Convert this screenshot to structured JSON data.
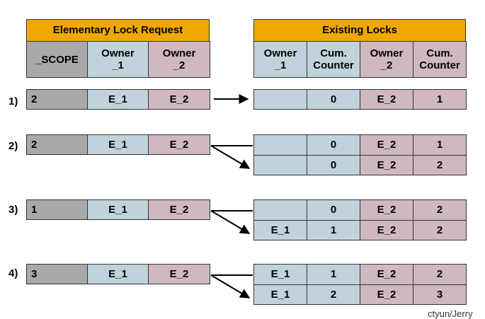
{
  "request_header": {
    "title": "Elementary Lock Request",
    "columns": [
      "_SCOPE",
      "Owner\n_1",
      "Owner\n_2"
    ]
  },
  "existing_header": {
    "title": "Existing Locks",
    "columns": [
      "Owner\n_1",
      "Cum.\nCounter",
      "Owner\n_2",
      "Cum.\nCounter"
    ]
  },
  "scenarios": [
    {
      "label": "1)",
      "request": [
        "2",
        "E_1",
        "E_2"
      ],
      "existing": [
        [
          "",
          "0",
          "E_2",
          "1"
        ]
      ]
    },
    {
      "label": "2)",
      "request": [
        "2",
        "E_1",
        "E_2"
      ],
      "existing": [
        [
          "",
          "0",
          "E_2",
          "1"
        ],
        [
          "",
          "0",
          "E_2",
          "2"
        ]
      ]
    },
    {
      "label": "3)",
      "request": [
        "1",
        "E_1",
        "E_2"
      ],
      "existing": [
        [
          "",
          "0",
          "E_2",
          "2"
        ],
        [
          "E_1",
          "1",
          "E_2",
          "2"
        ]
      ]
    },
    {
      "label": "4)",
      "request": [
        "3",
        "E_1",
        "E_2"
      ],
      "existing": [
        [
          "E_1",
          "1",
          "E_2",
          "2"
        ],
        [
          "E_1",
          "2",
          "E_2",
          "3"
        ]
      ]
    }
  ],
  "watermark": "ctyun/Jerry",
  "colors": {
    "header": "#f0a800",
    "scope": "#a9a9a9",
    "owner1": "#c0d3dc",
    "owner2": "#cfb8c1"
  }
}
